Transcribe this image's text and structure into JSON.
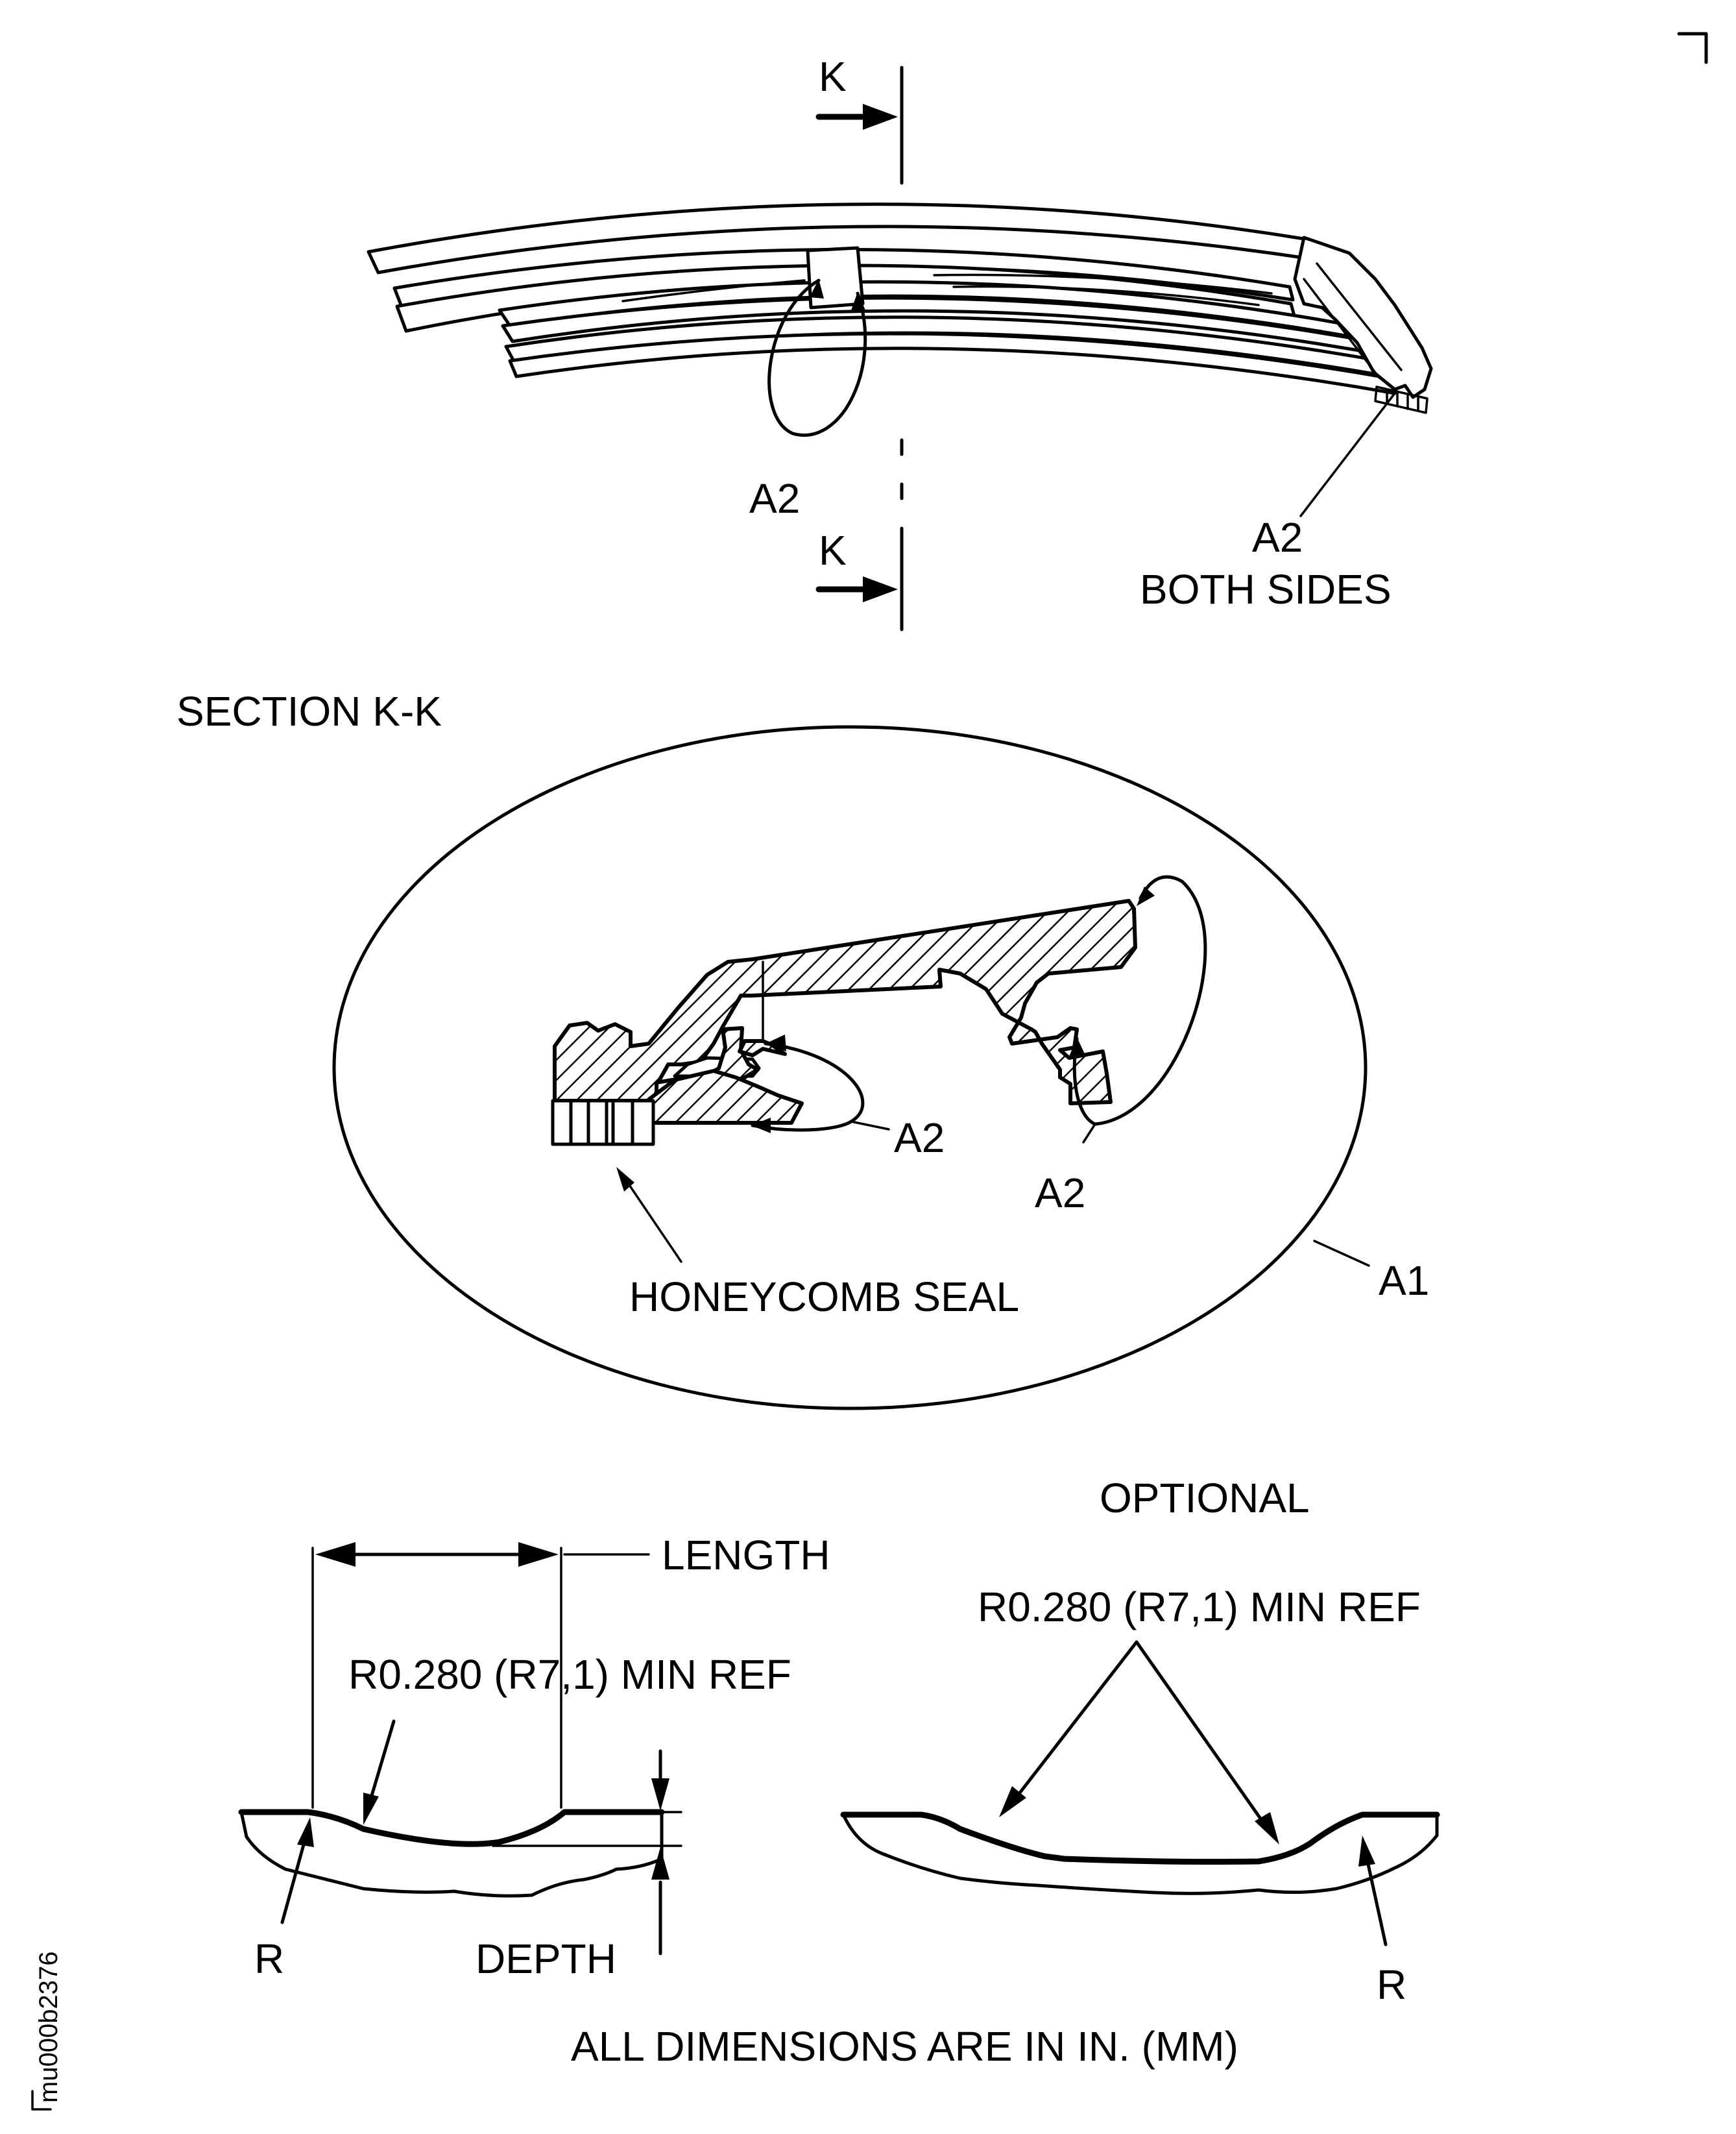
{
  "labels": {
    "section_marker_top": "K",
    "section_marker_bottom": "K",
    "ring_callout_left": "A2",
    "ring_callout_right": "A2",
    "ring_callout_right_note": "BOTH SIDES",
    "section_title": "SECTION K-K",
    "section_callout_left": "A2",
    "section_callout_right": "A2",
    "section_zone": "A1",
    "honeycomb": "HONEYCOMB SEAL",
    "optional_title": "OPTIONAL",
    "length": "LENGTH",
    "radius_left": "R0.280 (R7,1) MIN REF",
    "radius_right": "R0.280 (R7,1) MIN REF",
    "r_left": "R",
    "r_right": "R",
    "depth": "DEPTH",
    "footnote": "ALL DIMENSIONS ARE IN IN. (MM)",
    "figure_id": "mu000b2376"
  }
}
